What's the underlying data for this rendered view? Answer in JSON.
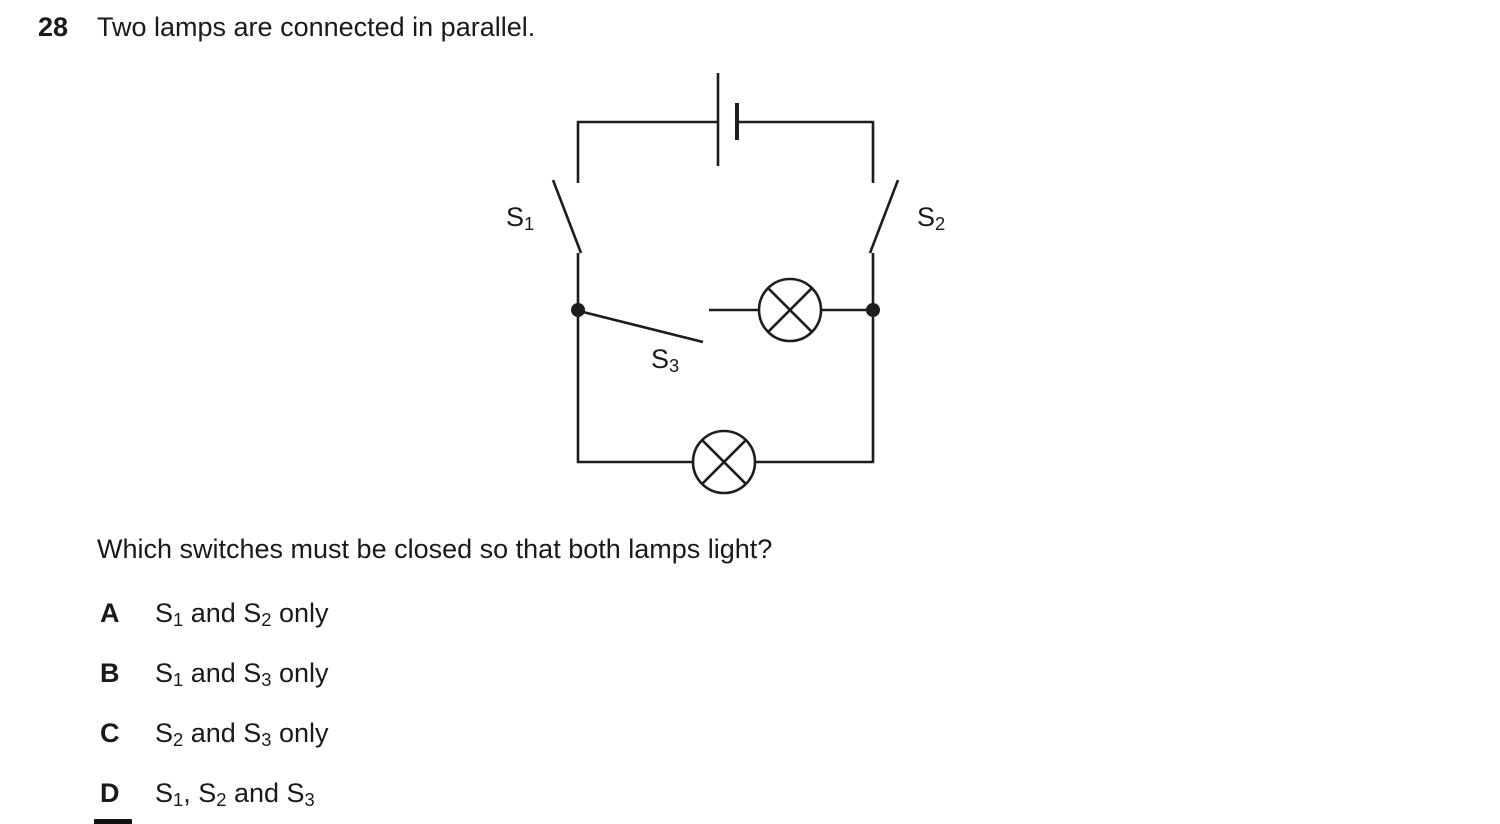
{
  "colors": {
    "background": "#ffffff",
    "ink": "#1d1d1b"
  },
  "question": {
    "number": "28",
    "text": "Two lamps are connected in parallel."
  },
  "diagram": {
    "labels": {
      "s1": {
        "base": "S",
        "sub": "1"
      },
      "s2": {
        "base": "S",
        "sub": "2"
      },
      "s3": {
        "base": "S",
        "sub": "3"
      }
    },
    "symbols": [
      "battery-cell",
      "open-switch-s1",
      "open-switch-s2",
      "open-switch-s3",
      "lamp-middle-branch",
      "lamp-bottom-branch",
      "junction-node-left",
      "junction-node-right"
    ]
  },
  "prompt": "Which switches must be closed so that both lamps light?",
  "options": [
    {
      "letter": "A",
      "seg": [
        "S",
        "1",
        " and S",
        "2",
        " only"
      ]
    },
    {
      "letter": "B",
      "seg": [
        "S",
        "1",
        " and S",
        "3",
        " only"
      ]
    },
    {
      "letter": "C",
      "seg": [
        "S",
        "2",
        " and S",
        "3",
        " only"
      ]
    },
    {
      "letter": "D",
      "seg": [
        "S",
        "1",
        ", S",
        "2",
        " and S",
        "3"
      ]
    }
  ]
}
